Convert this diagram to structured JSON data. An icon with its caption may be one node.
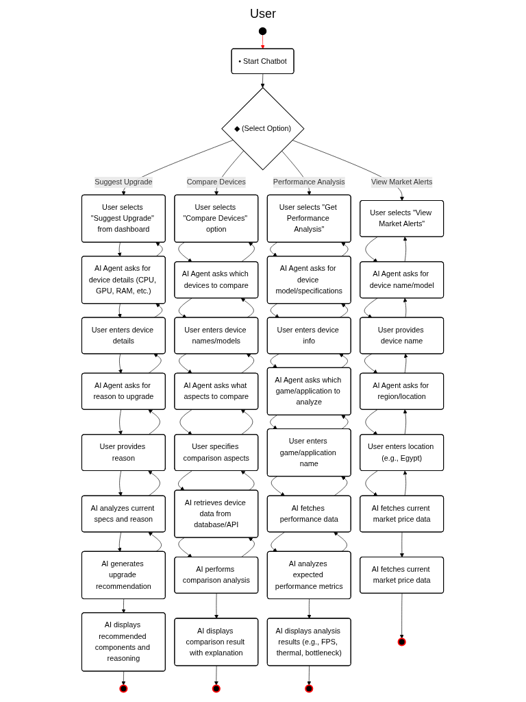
{
  "diagram": {
    "title": "User",
    "nodes": [
      {
        "text": [],
        "shape": "circle"
      },
      {
        "text": [
          "• Start Chatbot"
        ]
      },
      {
        "text": [
          "◆ (Select Option)"
        ]
      },
      {
        "text": [
          "User selects \"Suggest Upgrade\" from dashboard"
        ]
      },
      {
        "text": [
          "AI Agent asks for device details (CPU, GPU, RAM, etc.)"
        ]
      },
      {
        "text": [
          "User enters device details"
        ]
      },
      {
        "text": [
          "AI Agent asks for reason to upgrade"
        ]
      },
      {
        "text": [
          "User provides reason"
        ]
      },
      {
        "text": [
          "AI analyzes current specs and reason"
        ]
      },
      {
        "text": [
          "AI generates upgrade recommendation"
        ]
      },
      {
        "text": [
          "AI displays recommended components and reasoning"
        ]
      },
      {
        "text": [],
        "shape": "circle"
      },
      {
        "text": [
          "User selects \"Compare Devices\" option"
        ]
      },
      {
        "text": [
          "AI Agent asks which devices to compare"
        ]
      },
      {
        "text": [
          "User enters device names/models"
        ]
      },
      {
        "text": [
          "AI Agent asks what aspects to compare"
        ]
      },
      {
        "text": [
          "User specifies comparison aspects"
        ]
      },
      {
        "text": [
          "AI retrieves device data from database/API"
        ]
      },
      {
        "text": [
          "AI performs comparison analysis"
        ]
      },
      {
        "text": [
          "AI displays comparison result with explanation"
        ]
      },
      {
        "text": [],
        "shape": "circle"
      },
      {
        "text": [
          "User selects \"Get Performance Analysis\""
        ]
      },
      {
        "text": [
          "AI Agent asks for device model/specifications"
        ]
      },
      {
        "text": [
          "User enters device info"
        ]
      },
      {
        "text": [
          "AI Agent asks which game/application to analyze"
        ]
      },
      {
        "text": [
          "User enters game/application name"
        ]
      },
      {
        "text": [
          "AI fetches performance data"
        ]
      },
      {
        "text": [
          "AI analyzes expected performance metrics"
        ]
      },
      {
        "text": [
          "AI displays analysis results (e.g., FPS, thermal, bottleneck)"
        ]
      },
      {
        "text": [],
        "shape": "circle"
      },
      {
        "text": [
          "User selects \"View Market Alerts\""
        ]
      },
      {
        "text": [
          "AI Agent asks for device name/model"
        ]
      },
      {
        "text": [
          "User provides device name"
        ]
      },
      {
        "text": [
          "AI Agent asks for region/location"
        ]
      },
      {
        "text": [
          "User enters location (e.g., Egypt)"
        ]
      },
      {
        "text": [
          "AI fetches current market price data"
        ]
      },
      {
        "text": [
          "AI fetches current market price data"
        ]
      },
      {
        "text": [],
        "shape": "circle"
      }
    ],
    "edges": [
      {
        "from": 0,
        "to": 1,
        "arrow": "to",
        "color": "#ff0000"
      },
      {
        "from": 1,
        "to": 2,
        "arrow": "to"
      },
      {
        "from": 2,
        "to": 3,
        "arrow": "to",
        "label": "Suggest Upgrade"
      },
      {
        "from": 2,
        "to": 12,
        "arrow": "to",
        "label": "Compare Devices"
      },
      {
        "from": 2,
        "to": 21,
        "arrow": "to",
        "label": "Performance Analysis"
      },
      {
        "from": 2,
        "to": 30,
        "arrow": "to",
        "label": "View Market Alerts"
      },
      {
        "from": 3,
        "to": 4,
        "arrow": "to"
      },
      {
        "from": 4,
        "to": 3,
        "arrow": "to"
      },
      {
        "from": 4,
        "to": 5,
        "arrow": "to"
      },
      {
        "from": 5,
        "to": 4,
        "arrow": "to"
      },
      {
        "from": 5,
        "to": 6,
        "arrow": "to"
      },
      {
        "from": 6,
        "to": 5,
        "arrow": "to"
      },
      {
        "from": 6,
        "to": 7,
        "arrow": "to"
      },
      {
        "from": 7,
        "to": 6,
        "arrow": "to"
      },
      {
        "from": 7,
        "to": 8,
        "arrow": "to"
      },
      {
        "from": 8,
        "to": 7,
        "arrow": "to"
      },
      {
        "from": 8,
        "to": 9,
        "arrow": "to"
      },
      {
        "from": 9,
        "to": 8,
        "arrow": "to"
      },
      {
        "from": 9,
        "to": 10,
        "arrow": "to"
      },
      {
        "from": 10,
        "to": 11,
        "arrow": "to"
      },
      {
        "from": 12,
        "to": 13,
        "arrow": "to"
      },
      {
        "from": 13,
        "to": 12,
        "arrow": "to"
      },
      {
        "from": 13,
        "to": 14,
        "arrow": "to"
      },
      {
        "from": 14,
        "to": 13,
        "arrow": "to"
      },
      {
        "from": 14,
        "to": 15,
        "arrow": "to"
      },
      {
        "from": 15,
        "to": 14,
        "arrow": "to"
      },
      {
        "from": 15,
        "to": 16,
        "arrow": "to"
      },
      {
        "from": 16,
        "to": 15,
        "arrow": "to"
      },
      {
        "from": 16,
        "to": 17,
        "arrow": "to"
      },
      {
        "from": 17,
        "to": 16,
        "arrow": "to"
      },
      {
        "from": 17,
        "to": 18,
        "arrow": "to"
      },
      {
        "from": 18,
        "to": 17,
        "arrow": "to"
      },
      {
        "from": 18,
        "to": 19,
        "arrow": "to"
      },
      {
        "from": 19,
        "to": 20,
        "arrow": "to"
      },
      {
        "from": 21,
        "to": 22,
        "arrow": "to"
      },
      {
        "from": 22,
        "to": 21,
        "arrow": "to"
      },
      {
        "from": 22,
        "to": 23,
        "arrow": "to"
      },
      {
        "from": 23,
        "to": 22,
        "arrow": "to"
      },
      {
        "from": 23,
        "to": 24,
        "arrow": "to"
      },
      {
        "from": 24,
        "to": 23,
        "arrow": "to"
      },
      {
        "from": 24,
        "to": 25,
        "arrow": "to"
      },
      {
        "from": 25,
        "to": 24,
        "arrow": "to"
      },
      {
        "from": 25,
        "to": 26,
        "arrow": "to"
      },
      {
        "from": 26,
        "to": 25,
        "arrow": "to"
      },
      {
        "from": 26,
        "to": 27,
        "arrow": "to"
      },
      {
        "from": 27,
        "to": 26,
        "arrow": "to"
      },
      {
        "from": 27,
        "to": 28,
        "arrow": "to"
      },
      {
        "from": 28,
        "to": 29,
        "arrow": "to"
      },
      {
        "from": 30,
        "to": 31,
        "arrow": "to"
      },
      {
        "from": 31,
        "to": 30,
        "arrow": "to"
      },
      {
        "from": 31,
        "to": 32,
        "arrow": "to"
      },
      {
        "from": 32,
        "to": 31,
        "arrow": "to"
      },
      {
        "from": 32,
        "to": 33,
        "arrow": "to"
      },
      {
        "from": 33,
        "to": 32,
        "arrow": "to"
      },
      {
        "from": 33,
        "to": 34,
        "arrow": "to"
      },
      {
        "from": 34,
        "to": 33,
        "arrow": "to"
      },
      {
        "from": 34,
        "to": 35,
        "arrow": "to"
      },
      {
        "from": 35,
        "to": 34,
        "arrow": "to"
      },
      {
        "from": 35,
        "to": 36,
        "arrow": "to"
      },
      {
        "from": 36,
        "to": 37,
        "arrow": "to"
      }
    ]
  }
}
